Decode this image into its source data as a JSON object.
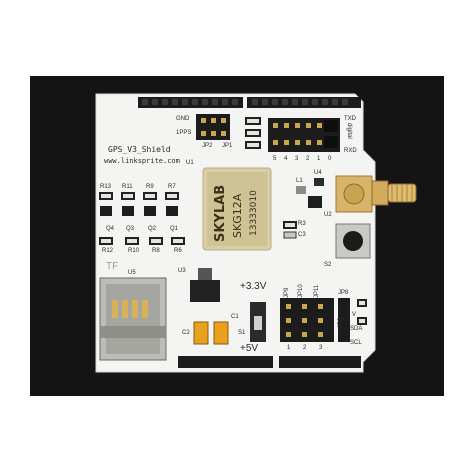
{
  "board": {
    "name": "GPS_V3_Shield",
    "url": "www.linksprite.com",
    "module": {
      "brand": "SKYLAB",
      "model": "SKG12A",
      "serial": "13333010"
    },
    "labels": {
      "gnd": "GND",
      "pps": "1PPS",
      "jp2": "JP2",
      "jp1": "JP1",
      "u1": "U1",
      "txd": "TXD",
      "digital": "digital",
      "rxd": "RXD",
      "l1": "L1",
      "u4": "U4",
      "u2": "U2",
      "r3": "R3",
      "c3": "C3",
      "s2": "S2",
      "r13": "R13",
      "r11": "R11",
      "r9": "R9",
      "r7": "R7",
      "q4": "Q4",
      "q3": "Q3",
      "q2": "Q2",
      "q1": "Q1",
      "r12": "R12",
      "r10": "R10",
      "r8": "R8",
      "r6": "R6",
      "tf": "TF",
      "u5": "U5",
      "u3": "U3",
      "v33": "+3.3V",
      "v5": "+5V",
      "c2": "C2",
      "c1": "C1",
      "s1": "S1",
      "jp9": "JP9",
      "jp10": "JP10",
      "jp11": "JP11",
      "jp8": "JP8",
      "jp3": "JP3",
      "v": "V",
      "sda": "SDA",
      "scl": "SCL",
      "hdr1": "1",
      "hdr2": "2",
      "hdr3": "3",
      "pin5": "5",
      "pin4": "4",
      "pin3": "3",
      "pin2": "2",
      "pin1": "1",
      "pin0": "0"
    }
  }
}
